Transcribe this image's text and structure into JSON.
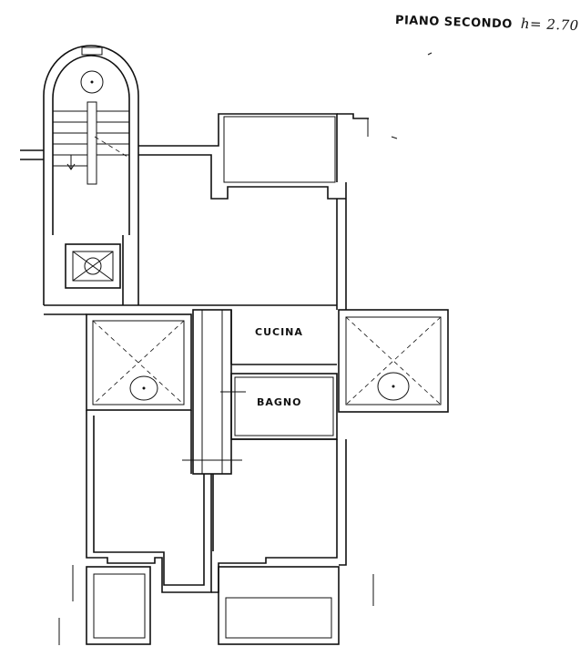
{
  "title": {
    "floor_label": "PIANO SECONDO",
    "height_label": "h= 2.70"
  },
  "rooms": {
    "kitchen": "CUCINA",
    "bathroom": "BAGNO"
  }
}
